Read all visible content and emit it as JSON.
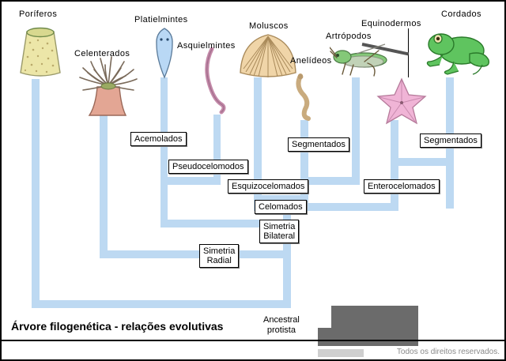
{
  "figure": {
    "title": "Árvore filogenética - relações evolutivas",
    "root_label_line1": "Ancestral",
    "root_label_line2": "protista",
    "copyright": "Todos os direitos reservados."
  },
  "taxa": [
    {
      "id": "poriferos",
      "label": "Poríferos"
    },
    {
      "id": "celenterados",
      "label": "Celenterados"
    },
    {
      "id": "platielmintes",
      "label": "Platielmintes"
    },
    {
      "id": "asquielmintes",
      "label": "Asquielmintes"
    },
    {
      "id": "moluscos",
      "label": "Moluscos"
    },
    {
      "id": "anelideos",
      "label": "Anelídeos"
    },
    {
      "id": "artropodos",
      "label": "Artrópodos"
    },
    {
      "id": "equinodermos",
      "label": "Equinodermos"
    },
    {
      "id": "cordados",
      "label": "Cordados"
    }
  ],
  "traits": [
    {
      "id": "acemolados",
      "label": "Acemolados"
    },
    {
      "id": "pseudocelomodos",
      "label": "Pseudocelomodos"
    },
    {
      "id": "esquizocelomados",
      "label": "Esquizocelomados"
    },
    {
      "id": "segmentados_left",
      "label": "Segmentados"
    },
    {
      "id": "segmentados_right",
      "label": "Segmentados"
    },
    {
      "id": "enterocelomados",
      "label": "Enterocelomados"
    },
    {
      "id": "celomados",
      "label": "Celomados"
    },
    {
      "id": "simetria_bilateral_l1",
      "label": "Simetria"
    },
    {
      "id": "simetria_bilateral_l2",
      "label": "Bilateral"
    },
    {
      "id": "simetria_radial_l1",
      "label": "Simetria"
    },
    {
      "id": "simetria_radial_l2",
      "label": "Radial"
    }
  ],
  "colors": {
    "branch": "#bdd9f2",
    "sponge": "#ece6a8",
    "polyp": "#e3a694",
    "flatworm": "#b9d8f5",
    "roundworm": "#c389a8",
    "shell": "#f0d5a8",
    "annelid": "#c9ab7e",
    "arthropod": "#84c878",
    "starfish": "#f0b4d6",
    "chordate": "#5fc45f",
    "watermark": "#6b6b6b",
    "text": "#000000"
  }
}
